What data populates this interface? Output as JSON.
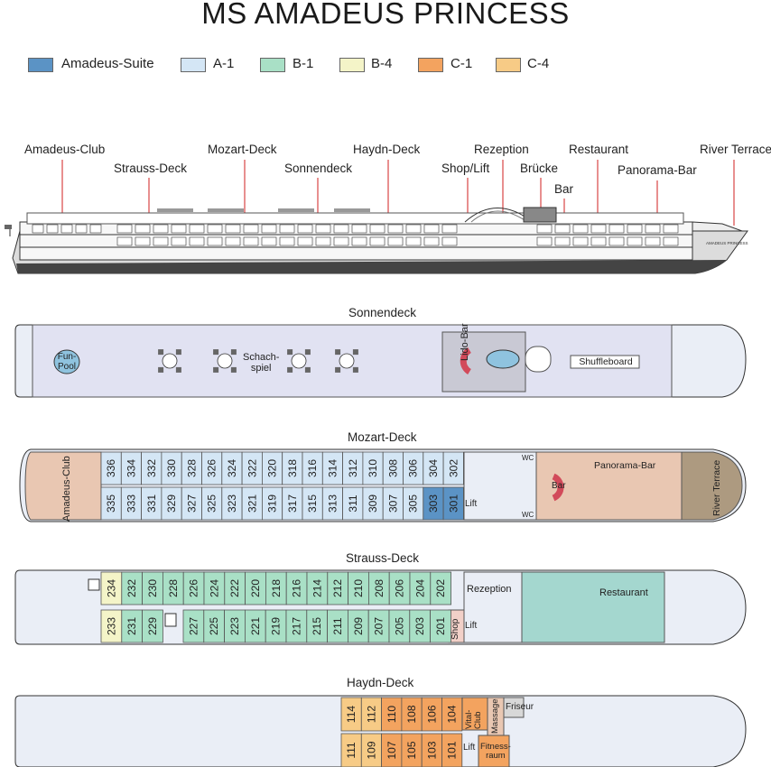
{
  "title": "MS AMADEUS PRINCESS",
  "colors": {
    "amadeus_suite": "#5b93c5",
    "a1": "#d4e6f5",
    "b1": "#a9e0c6",
    "b4": "#f4f4c8",
    "c1": "#f3a35f",
    "c4": "#f7cb86",
    "deck_bg": "#eaeef6",
    "sun_deck": "#e1e2f2",
    "bar_area": "#e9c7b2",
    "restaurant": "#a4d7cf"
  },
  "legend": [
    {
      "label": "Amadeus-Suite",
      "color": "#5b93c5"
    },
    {
      "label": "A-1",
      "color": "#d4e6f5"
    },
    {
      "label": "B-1",
      "color": "#a9e0c6"
    },
    {
      "label": "B-4",
      "color": "#f4f4c8"
    },
    {
      "label": "C-1",
      "color": "#f3a35f"
    },
    {
      "label": "C-4",
      "color": "#f7cb86"
    }
  ],
  "profile_labels": {
    "amadeus_club": "Amadeus-Club",
    "strauss_deck": "Strauss-Deck",
    "mozart_deck": "Mozart-Deck",
    "sonnendeck": "Sonnendeck",
    "haydn_deck": "Haydn-Deck",
    "rezeption": "Rezeption",
    "shop_lift": "Shop/Lift",
    "bruecke": "Brücke",
    "bar": "Bar",
    "restaurant": "Restaurant",
    "panorama_bar": "Panorama-Bar",
    "river_terrace": "River Terrace",
    "ship_name": "AMADEUS PRINCESS"
  },
  "sonnendeck": {
    "title": "Sonnendeck",
    "fun_pool": "Fun-\nPool",
    "schachspiel": "Schach-\nspiel",
    "lido_bar": "Lido-Bar",
    "shuffleboard": "Shuffleboard"
  },
  "mozart": {
    "title": "Mozart-Deck",
    "amadeus_club": "Amadeus-Club",
    "upper": [
      "336",
      "334",
      "332",
      "330",
      "328",
      "326",
      "324",
      "322",
      "320",
      "318",
      "316",
      "314",
      "312",
      "310",
      "308",
      "306",
      "304",
      "302"
    ],
    "lower": [
      "335",
      "333",
      "331",
      "329",
      "327",
      "325",
      "323",
      "321",
      "319",
      "317",
      "315",
      "313",
      "311",
      "309",
      "307",
      "305",
      "303",
      "301"
    ],
    "suites": [
      "303",
      "301"
    ],
    "lift": "Lift",
    "wc": "WC",
    "bar": "Bar",
    "panorama_bar": "Panorama-Bar",
    "river_terrace": "River Terrace"
  },
  "strauss": {
    "title": "Strauss-Deck",
    "upper": [
      "234",
      "232",
      "230",
      "228",
      "226",
      "224",
      "222",
      "220",
      "218",
      "216",
      "214",
      "212",
      "210",
      "208",
      "206",
      "204",
      "202"
    ],
    "lower": [
      "233",
      "231",
      "229",
      "227",
      "225",
      "223",
      "221",
      "219",
      "217",
      "215",
      "211",
      "209",
      "207",
      "205",
      "203",
      "201"
    ],
    "b4": [
      "234",
      "233"
    ],
    "rezeption": "Rezeption",
    "lift": "Lift",
    "shop": "Shop",
    "restaurant": "Restaurant"
  },
  "haydn": {
    "title": "Haydn-Deck",
    "upper": [
      "114",
      "112",
      "110",
      "108",
      "106",
      "104"
    ],
    "lower": [
      "111",
      "109",
      "107",
      "105",
      "103",
      "101"
    ],
    "c1": [
      "110",
      "108",
      "106",
      "104",
      "107",
      "105",
      "103",
      "101"
    ],
    "vital_club": "Vital-\nClub",
    "massage": "Massage",
    "friseur": "Friseur",
    "lift": "Lift",
    "fitnessraum": "Fitness-\nraum"
  }
}
